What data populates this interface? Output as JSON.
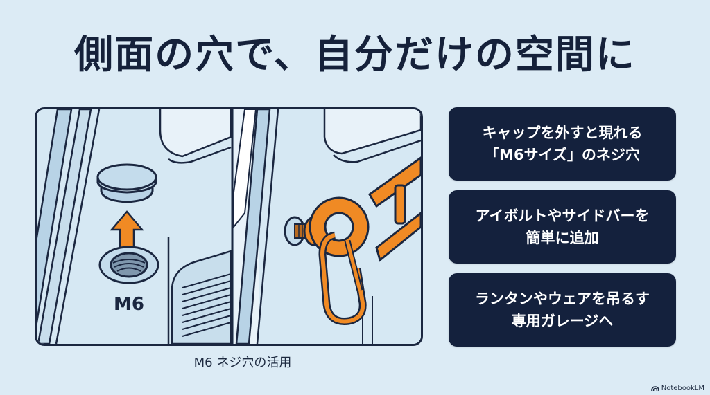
{
  "slide": {
    "title": "側面の穴で、自分だけの空間に",
    "illustration": {
      "label_m6": "M6",
      "caption": "M6 ネジ穴の活用"
    },
    "cards": [
      {
        "text": "キャップを外すと現れる\n「M6サイズ」のネジ穴"
      },
      {
        "text": "アイボルトやサイドバーを\n簡単に追加"
      },
      {
        "text": "ランタンやウェアを吊るす\n専用ガレージへ"
      }
    ],
    "brand": {
      "icon": "notebooklm-icon",
      "label": "NotebookLM"
    },
    "colors": {
      "background": "#dcebf5",
      "card_bg": "#14213d",
      "text_dark": "#15213a",
      "accent_orange": "#f08a24",
      "line_dark": "#1b2740",
      "panel_light": "#d6e8f3"
    }
  }
}
